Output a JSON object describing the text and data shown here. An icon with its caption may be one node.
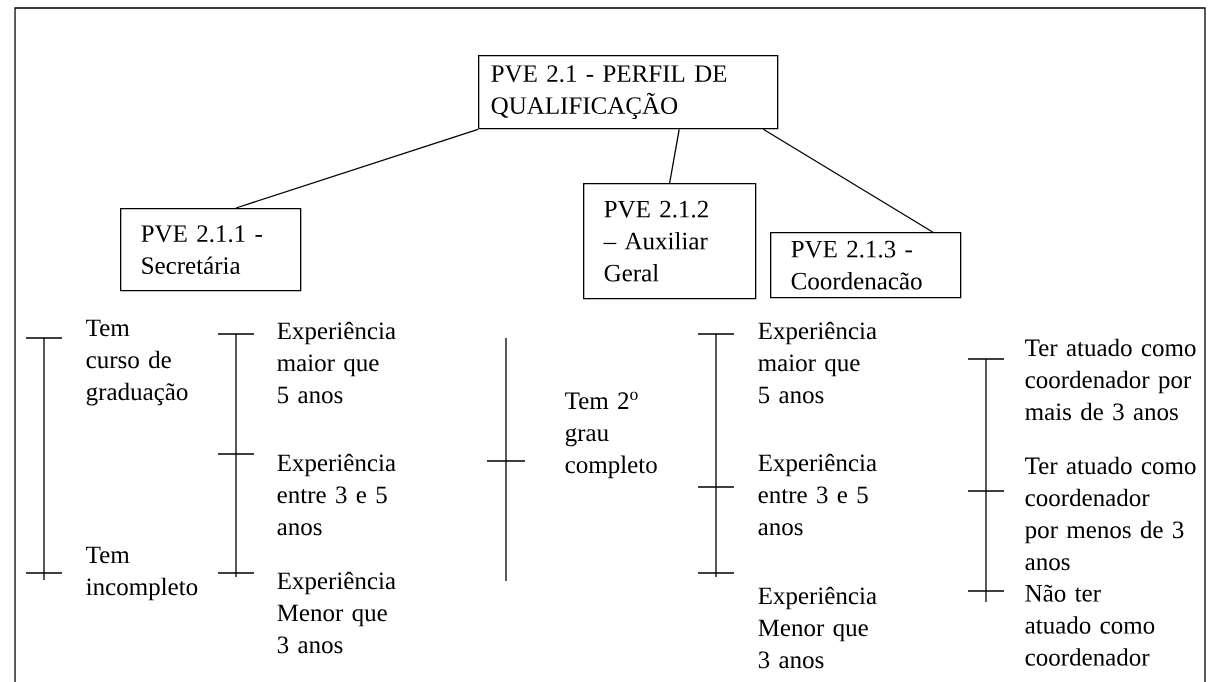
{
  "diagram": {
    "nodes": [
      {
        "text": [
          "PVE 2.1 - PERFIL DE QUALIFICAÇÃO"
        ]
      },
      {
        "text": [
          "PVE 2.1.1 - Secretária"
        ]
      },
      {
        "text": [
          "PVE 2.1.2 – Auxiliar Geral"
        ]
      },
      {
        "text": [
          "PVE 2.1.3 - Coordenacão"
        ]
      }
    ],
    "edges": [
      {
        "from": 0,
        "to": 1,
        "arrow": "none"
      },
      {
        "from": 0,
        "to": 2,
        "arrow": "none"
      },
      {
        "from": 0,
        "to": 3,
        "arrow": "none"
      }
    ],
    "labels": [
      "Tem curso de graduação",
      "Tem incompleto",
      "Experiência maior que 5 anos",
      "Experiência entre 3 e 5 anos",
      "Experiência Menor que 3 anos",
      "Tem 2$^{o}$ grau completo",
      "Experiência maior que 5 anos",
      "Experiência entre 3 e 5 anos",
      "Experiência Menor que 3 anos",
      "Ter atuado como coordenador por mais de 3 anos",
      "Ter atuado como coordenador por menos de 3 anos",
      "Não ter atuado como coordenador"
    ]
  }
}
